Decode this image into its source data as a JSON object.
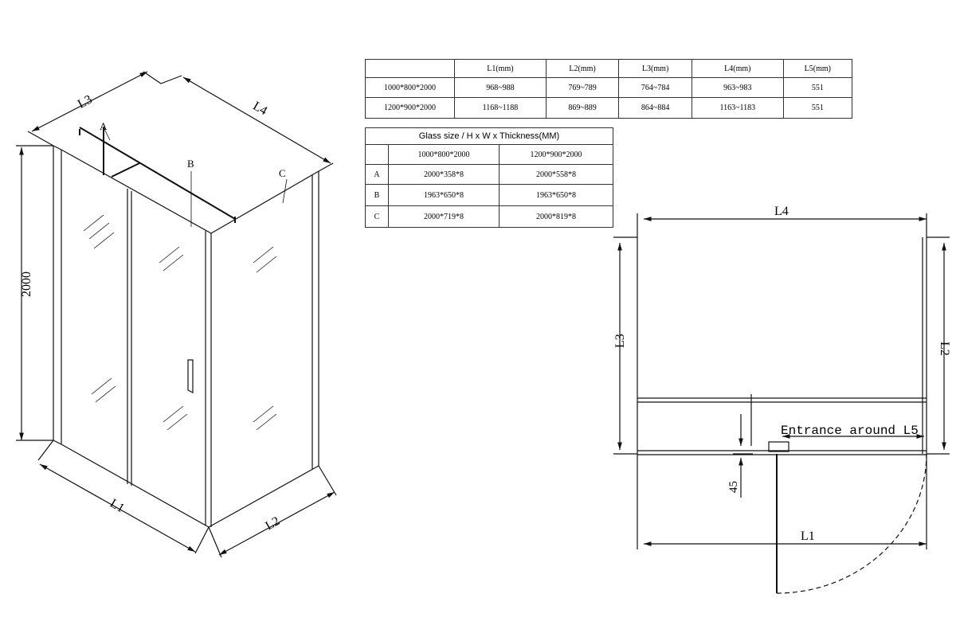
{
  "dimension_table": {
    "headers": [
      "",
      "L1(mm)",
      "L2(mm)",
      "L3(mm)",
      "L4(mm)",
      "L5(mm)"
    ],
    "rows": [
      [
        "1000*800*2000",
        "968~988",
        "769~789",
        "764~784",
        "963~983",
        "551"
      ],
      [
        "1200*900*2000",
        "1168~1188",
        "869~889",
        "864~884",
        "1163~1183",
        "551"
      ]
    ]
  },
  "glass_table": {
    "title": "Glass size / H x W x Thickness(MM)",
    "headers": [
      "",
      "1000*800*2000",
      "1200*900*2000"
    ],
    "rows": [
      [
        "A",
        "2000*358*8",
        "2000*558*8"
      ],
      [
        "B",
        "1963*650*8",
        "1963*650*8"
      ],
      [
        "C",
        "2000*719*8",
        "2000*819*8"
      ]
    ]
  },
  "iso_view": {
    "labels": {
      "l1": "L1",
      "l2": "L2",
      "l3": "L3",
      "l4": "L4",
      "height": "2000",
      "a": "A",
      "b": "B",
      "c": "C"
    }
  },
  "plan_view": {
    "labels": {
      "l1": "L1",
      "l2": "L2",
      "l3": "L3",
      "l4": "L4",
      "entrance": "Entrance around L5",
      "offset": "45"
    }
  }
}
